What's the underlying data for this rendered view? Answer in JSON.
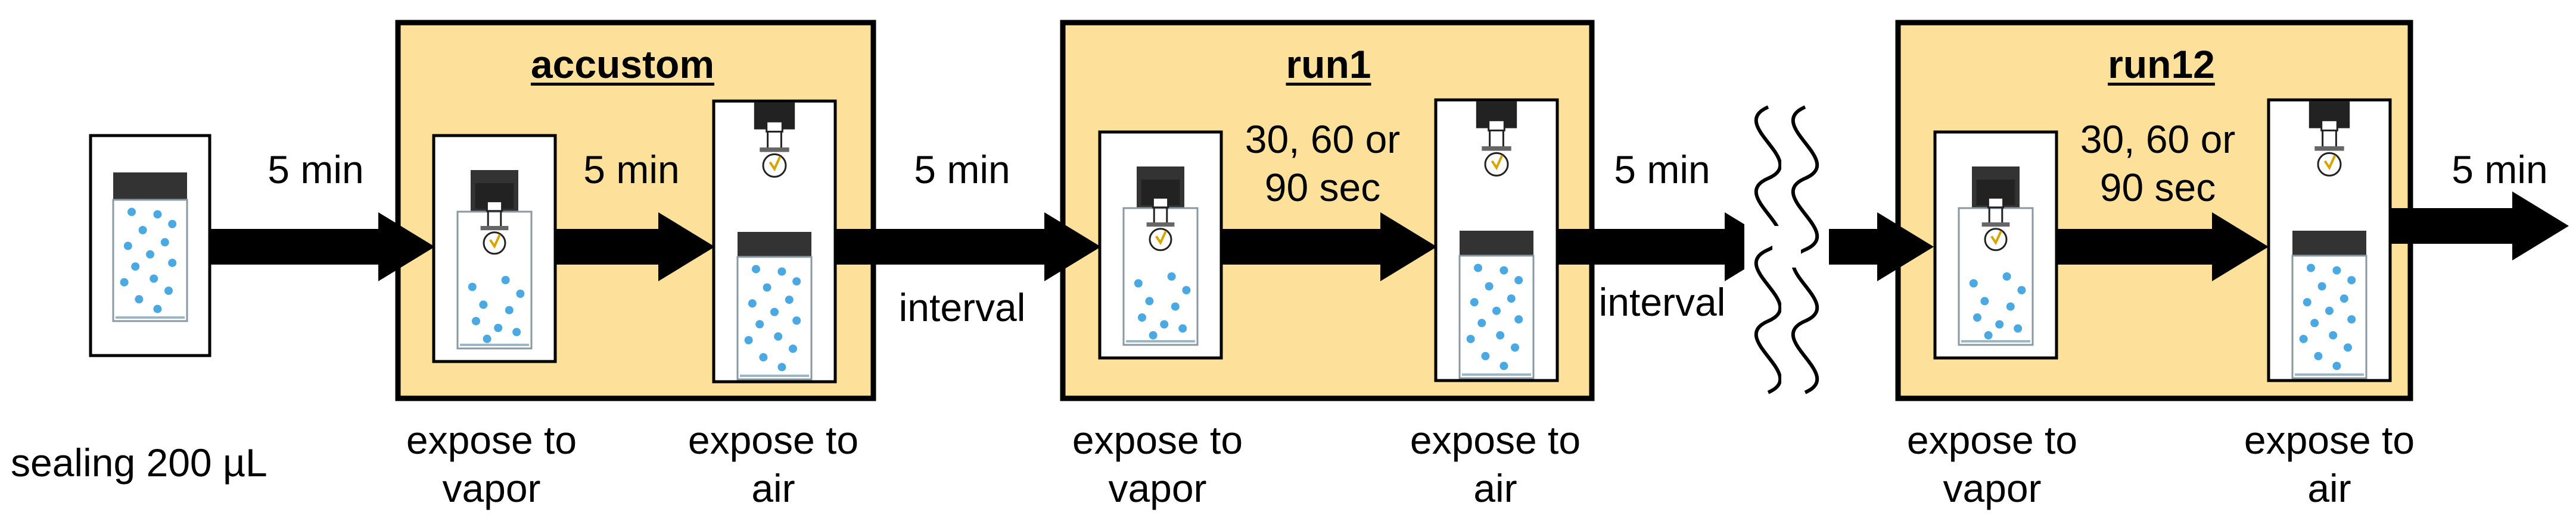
{
  "colors": {
    "stage_fill": "#fde19a",
    "stroke": "#000000",
    "arrow": "#000000",
    "dots": "#4aa8e2",
    "cap": "#333333",
    "liquid_line": "#9bb7c4"
  },
  "start": {
    "label": "sealing 200 µL",
    "arrow_label": "5 min",
    "icon": "sealed-vial-icon"
  },
  "stages": [
    {
      "id": "accustom",
      "title": "accustom",
      "inner_arrow_label": "5 min",
      "vapor_label": "expose to\nvapor",
      "air_label": "expose to\nair",
      "after_arrow_top": "5 min",
      "after_arrow_bottom": "interval"
    },
    {
      "id": "run1",
      "title": "run1",
      "inner_arrow_label": "30, 60 or\n90 sec",
      "vapor_label": "expose to\nvapor",
      "air_label": "expose to\nair",
      "after_arrow_top": "5 min",
      "after_arrow_bottom": "interval"
    },
    {
      "id": "run12",
      "title": "run12",
      "inner_arrow_label": "30, 60 or\n90 sec",
      "vapor_label": "expose to\nvapor",
      "air_label": "expose to\nair",
      "after_arrow_top": "5 min",
      "after_arrow_bottom": ""
    }
  ],
  "icons": {
    "vapor": "sensor-in-vial-icon",
    "air": "sensor-above-vial-icon",
    "break": "wavy-break-icon"
  }
}
